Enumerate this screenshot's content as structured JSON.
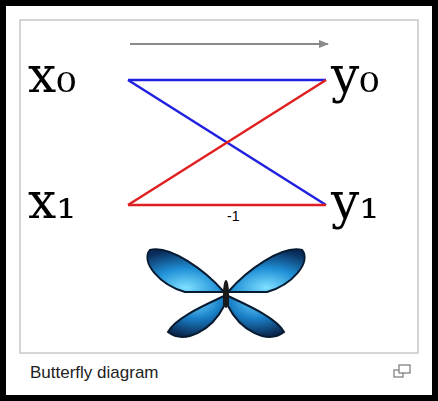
{
  "diagram": {
    "caption": "Butterfly diagram",
    "labels": [
      "x₀",
      "y₀",
      "x₁",
      "y₁",
      "-1"
    ]
  }
}
